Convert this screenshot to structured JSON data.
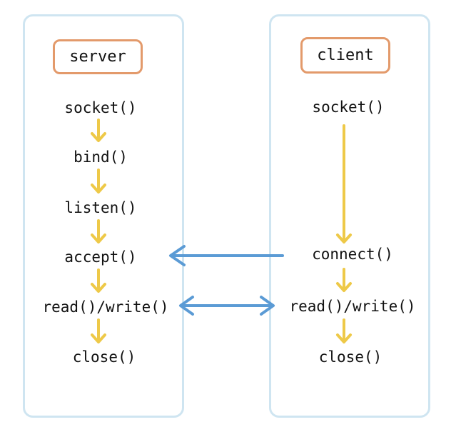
{
  "server": {
    "label": "server",
    "steps": [
      "socket()",
      "bind()",
      "listen()",
      "accept()",
      "read()/write()",
      "close()"
    ]
  },
  "client": {
    "label": "client",
    "steps": [
      "socket()",
      "connect()",
      "read()/write()",
      "close()"
    ]
  },
  "colors": {
    "panel_border": "#cfe5f1",
    "label_border": "#e39a6b",
    "flow_arrow": "#eec948",
    "link_arrow": "#5b9bd5"
  }
}
